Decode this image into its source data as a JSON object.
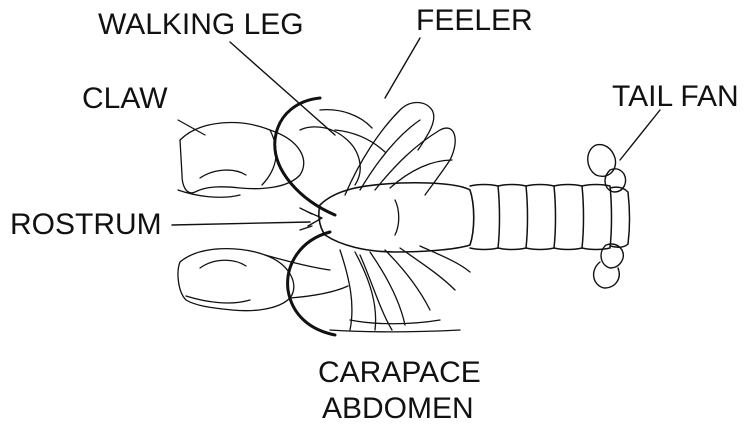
{
  "labels": {
    "walking_leg": "WALKING LEG",
    "feeler": "FEELER",
    "claw": "CLAW",
    "tail_fan": "TAIL FAN",
    "rostrum": "ROSTRUM",
    "carapace": "CARAPACE",
    "abdomen": "ABDOMEN"
  },
  "colors": {
    "ink": "#111111",
    "background": "#ffffff"
  }
}
